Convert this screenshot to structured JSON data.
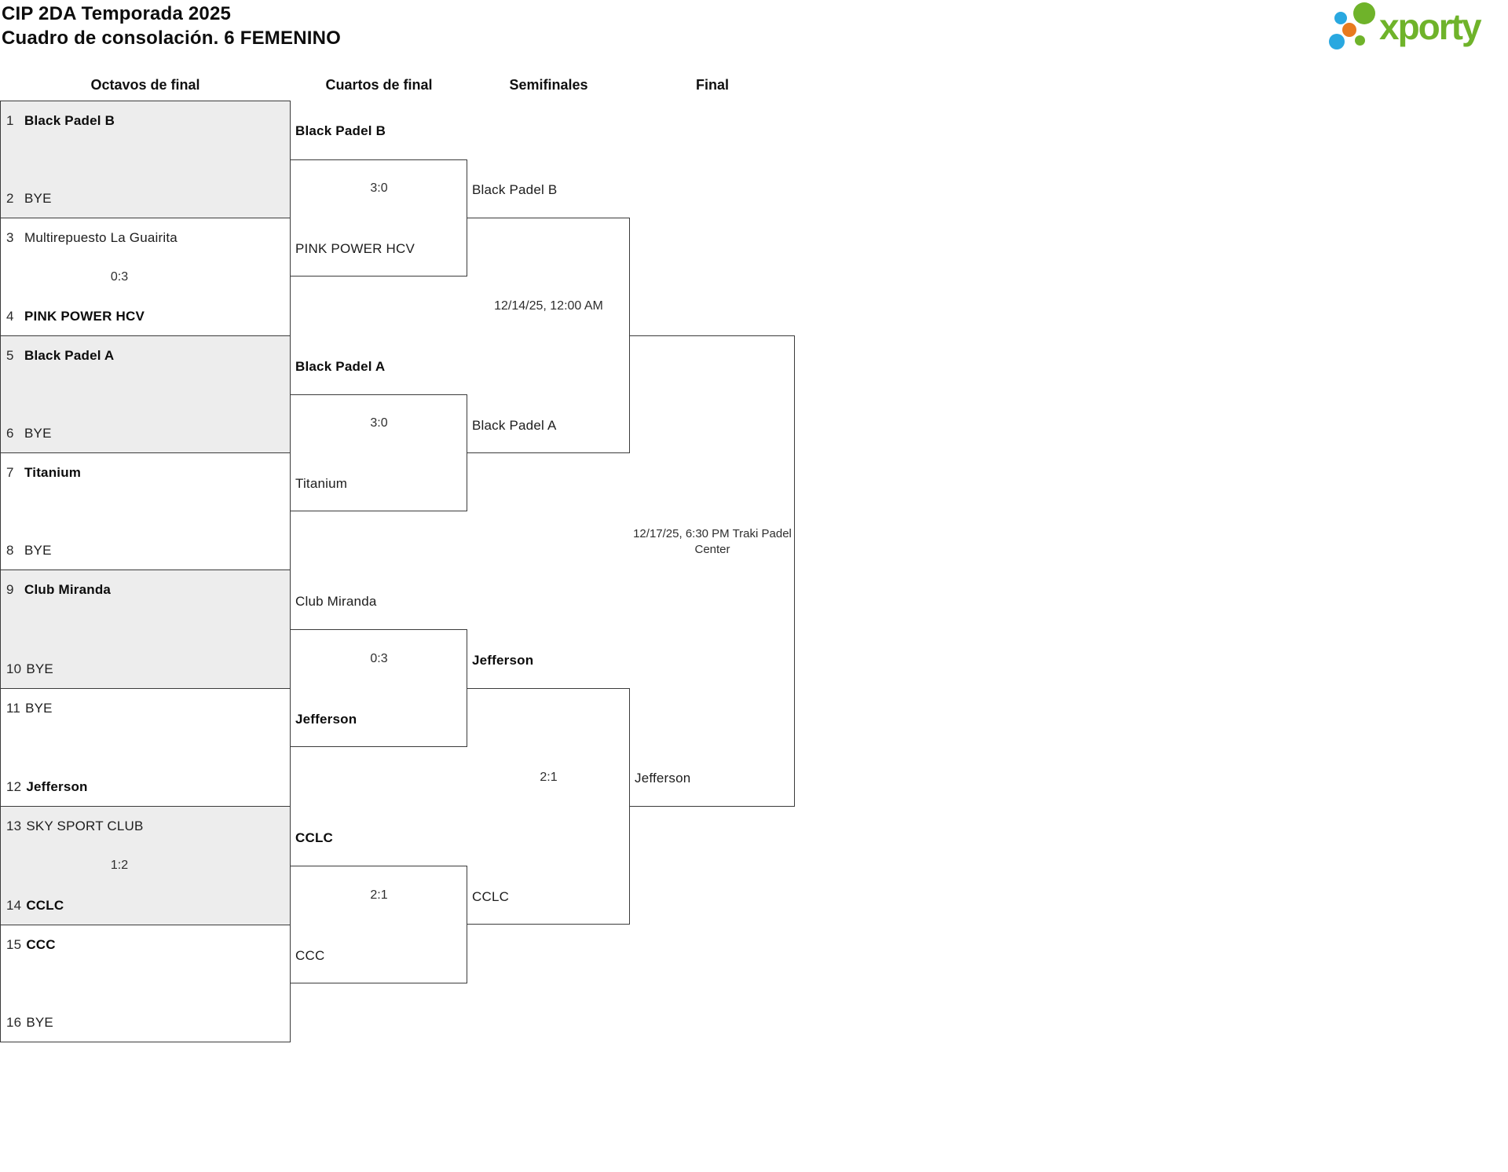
{
  "title": {
    "line1": "CIP 2DA Temporada 2025",
    "line2": "Cuadro de consolación. 6 FEMENINO"
  },
  "logo": {
    "text": "xporty",
    "green": "#6fb32a",
    "blue": "#29a8e0",
    "orange": "#e87a1e"
  },
  "round_headers": [
    "Octavos de final",
    "Cuartos de final",
    "Semifinales",
    "Final"
  ],
  "colors": {
    "shaded_row": "#ededed",
    "border": "#3b3b3b",
    "text": "#1d1d1d"
  },
  "r16": [
    {
      "seed1": "1",
      "team1": "Black Padel B",
      "seed2": "2",
      "team2": "BYE",
      "score": "",
      "winner": "team1"
    },
    {
      "seed1": "3",
      "team1": "Multirepuesto La Guairita",
      "seed2": "4",
      "team2": "PINK POWER HCV",
      "score": "0:3",
      "winner": "team2"
    },
    {
      "seed1": "5",
      "team1": "Black Padel A",
      "seed2": "6",
      "team2": "BYE",
      "score": "",
      "winner": "team1"
    },
    {
      "seed1": "7",
      "team1": "Titanium",
      "seed2": "8",
      "team2": "BYE",
      "score": "",
      "winner": "team1"
    },
    {
      "seed1": "9",
      "team1": "Club Miranda",
      "seed2": "10",
      "team2": "BYE",
      "score": "",
      "winner": "team1"
    },
    {
      "seed1": "11",
      "team1": "BYE",
      "seed2": "12",
      "team2": "Jefferson",
      "score": "",
      "winner": "team2"
    },
    {
      "seed1": "13",
      "team1": "SKY SPORT CLUB",
      "seed2": "14",
      "team2": "CCLC",
      "score": "1:2",
      "winner": "team2"
    },
    {
      "seed1": "15",
      "team1": "CCC",
      "seed2": "16",
      "team2": "BYE",
      "score": "",
      "winner": "team1"
    }
  ],
  "qf": [
    {
      "team1": "Black Padel B",
      "team2": "PINK POWER HCV",
      "score": "3:0",
      "winner": "team1"
    },
    {
      "team1": "Black Padel A",
      "team2": "Titanium",
      "score": "3:0",
      "winner": "team1"
    },
    {
      "team1": "Club Miranda",
      "team2": "Jefferson",
      "score": "0:3",
      "winner": "team2"
    },
    {
      "team1": "CCLC",
      "team2": "CCC",
      "score": "2:1",
      "winner": "team1"
    }
  ],
  "sf": [
    {
      "team1": "Black Padel B",
      "team2": "Black Padel A",
      "info": "12/14/25, 12:00 AM",
      "score": "",
      "winner": ""
    },
    {
      "team1": "Jefferson",
      "team2": "CCLC",
      "info": "",
      "score": "2:1",
      "winner": "team1"
    }
  ],
  "final": {
    "team2": "Jefferson",
    "info": "12/17/25, 6:30 PM Traki Padel Center"
  }
}
